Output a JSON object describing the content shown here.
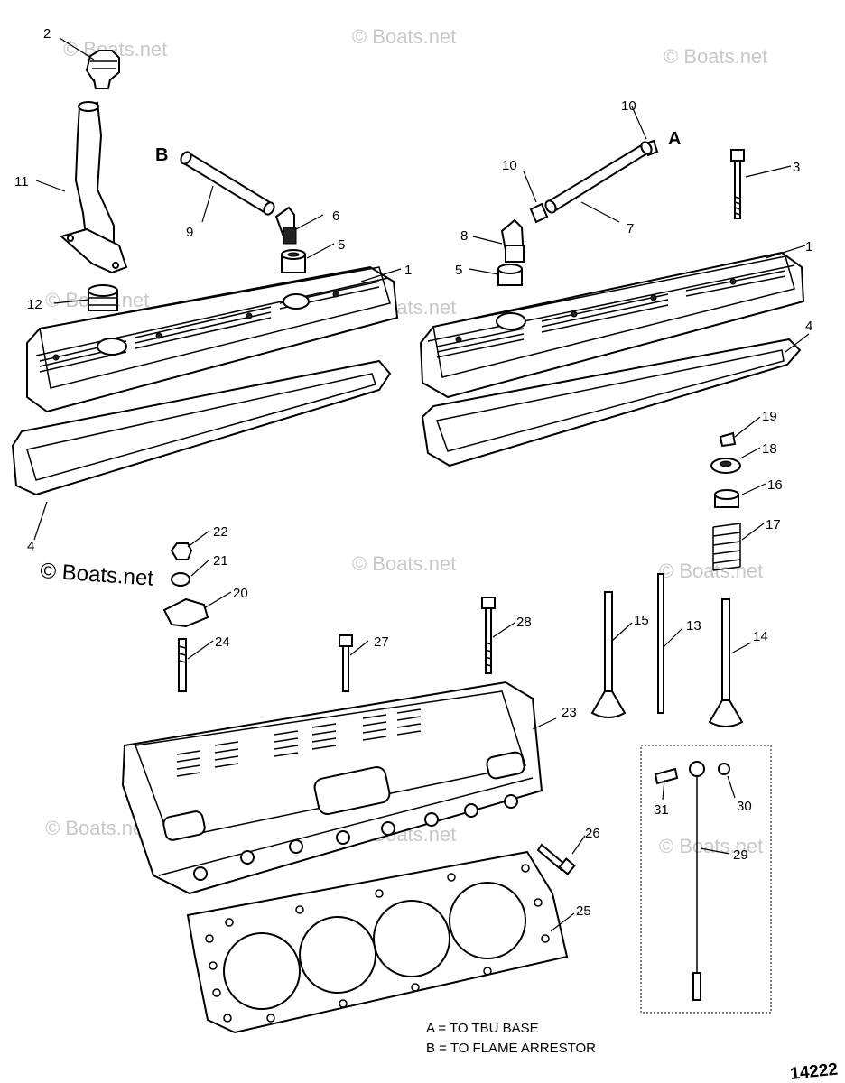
{
  "watermark": "© Boats.net",
  "figure_number": "14222",
  "letters": {
    "a": "A",
    "b": "B"
  },
  "legend": {
    "a": "A = TO TBU BASE",
    "b": "B = TO FLAME ARRESTOR"
  },
  "callouts": {
    "c2": "2",
    "c11": "11",
    "c12": "12",
    "c9": "9",
    "c6": "6",
    "c5l": "5",
    "c1l": "1",
    "c10a": "10",
    "c10b": "10",
    "c8": "8",
    "c5r": "5",
    "c7": "7",
    "c3": "3",
    "c1r": "1",
    "c4r": "4",
    "c4l": "4",
    "c19": "19",
    "c18": "18",
    "c16": "16",
    "c17": "17",
    "c22": "22",
    "c21": "21",
    "c20": "20",
    "c24": "24",
    "c27": "27",
    "c28": "28",
    "c15": "15",
    "c13": "13",
    "c14": "14",
    "c23": "23",
    "c26": "26",
    "c25": "25",
    "c31": "31",
    "c30": "30",
    "c29": "29"
  }
}
